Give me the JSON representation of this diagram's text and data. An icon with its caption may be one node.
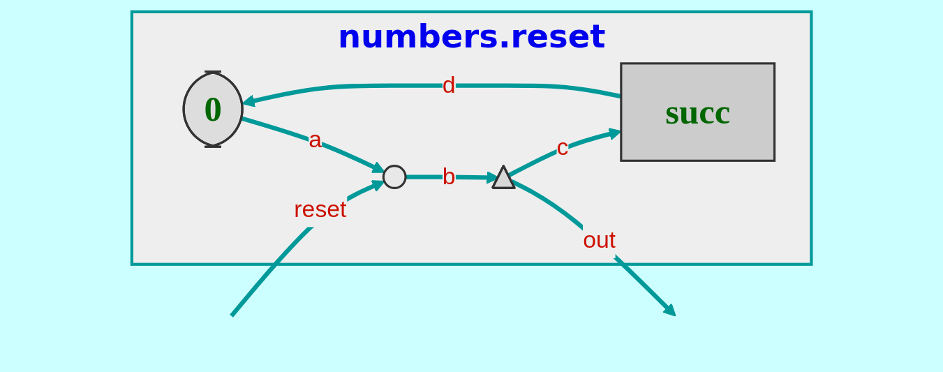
{
  "diagram": {
    "nodes": [
      {
        "text": [
          "numbers.reset"
        ]
      },
      {
        "text": [
          "0"
        ],
        "in": 0
      },
      {
        "text": [],
        "shape": "circle",
        "in": 0
      },
      {
        "text": [],
        "shape": "triangle",
        "in": 0
      },
      {
        "text": [
          "succ"
        ],
        "in": 0
      }
    ],
    "edges": [
      {
        "from": null,
        "to": 2,
        "arrow": "to",
        "label": "reset"
      },
      {
        "from": 1,
        "to": 2,
        "arrow": "to",
        "label": "a"
      },
      {
        "from": 2,
        "to": 3,
        "arrow": "to",
        "label": "b"
      },
      {
        "from": 3,
        "to": null,
        "arrow": "to",
        "label": "out"
      },
      {
        "from": 3,
        "to": 4,
        "arrow": "to",
        "label": "c"
      },
      {
        "from": 4,
        "to": 1,
        "arrow": "to",
        "label": "d"
      }
    ]
  }
}
